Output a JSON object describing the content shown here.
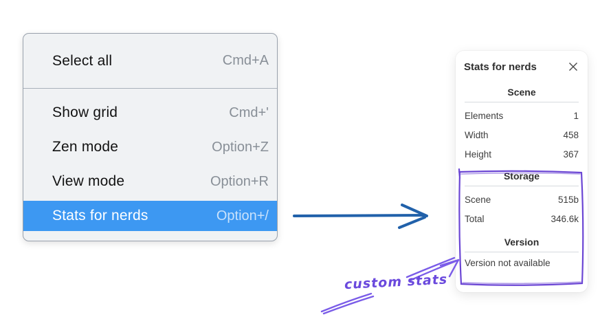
{
  "menu": {
    "highlight_color": "#3d98f2",
    "sections": [
      {
        "items": [
          {
            "label": "Select all",
            "shortcut": "Cmd+A",
            "highlighted": false
          }
        ]
      },
      {
        "items": [
          {
            "label": "Show grid",
            "shortcut": "Cmd+'",
            "highlighted": false
          },
          {
            "label": "Zen mode",
            "shortcut": "Option+Z",
            "highlighted": false
          },
          {
            "label": "View mode",
            "shortcut": "Option+R",
            "highlighted": false
          },
          {
            "label": "Stats for nerds",
            "shortcut": "Option+/",
            "highlighted": true
          }
        ]
      }
    ]
  },
  "stats_panel": {
    "title": "Stats for nerds",
    "close_icon": "x-close",
    "sections": [
      {
        "heading": "Scene",
        "rows": [
          [
            "Elements",
            "1"
          ],
          [
            "Width",
            "458"
          ],
          [
            "Height",
            "367"
          ]
        ]
      },
      {
        "heading": "Storage",
        "rows": [
          [
            "Scene",
            "515b"
          ],
          [
            "Total",
            "346.6k"
          ]
        ]
      },
      {
        "heading": "Version",
        "rows": [],
        "note": "Version not available"
      }
    ]
  },
  "annotations": {
    "custom_stats_label": "custom stats",
    "purple_color": "#6b46d4",
    "blue_arrow_color": "#2161aa"
  }
}
